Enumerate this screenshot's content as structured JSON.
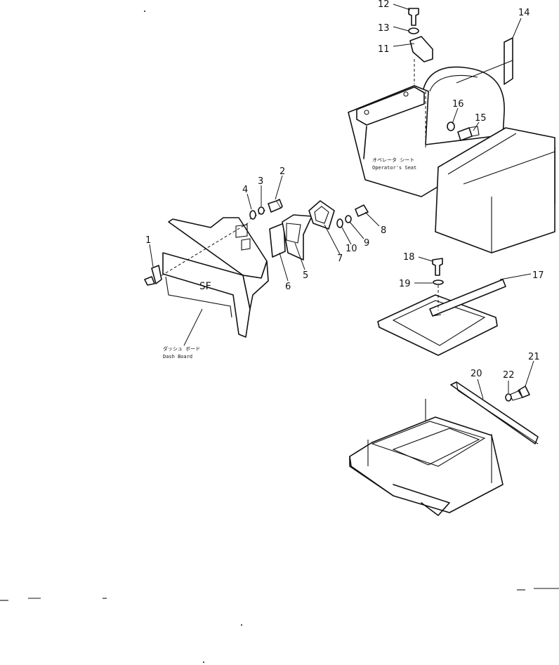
{
  "callouts": [
    "1",
    "2",
    "3",
    "4",
    "5",
    "6",
    "7",
    "8",
    "9",
    "10",
    "11",
    "12",
    "13",
    "14",
    "15",
    "16",
    "17",
    "18",
    "19",
    "20",
    "21",
    "22"
  ],
  "captions": {
    "seat_jp": "オペレータ シート",
    "seat_en": "Operator's Seat",
    "dash_jp": "ダッシュ ボード",
    "dash_en": "Dash Board"
  }
}
